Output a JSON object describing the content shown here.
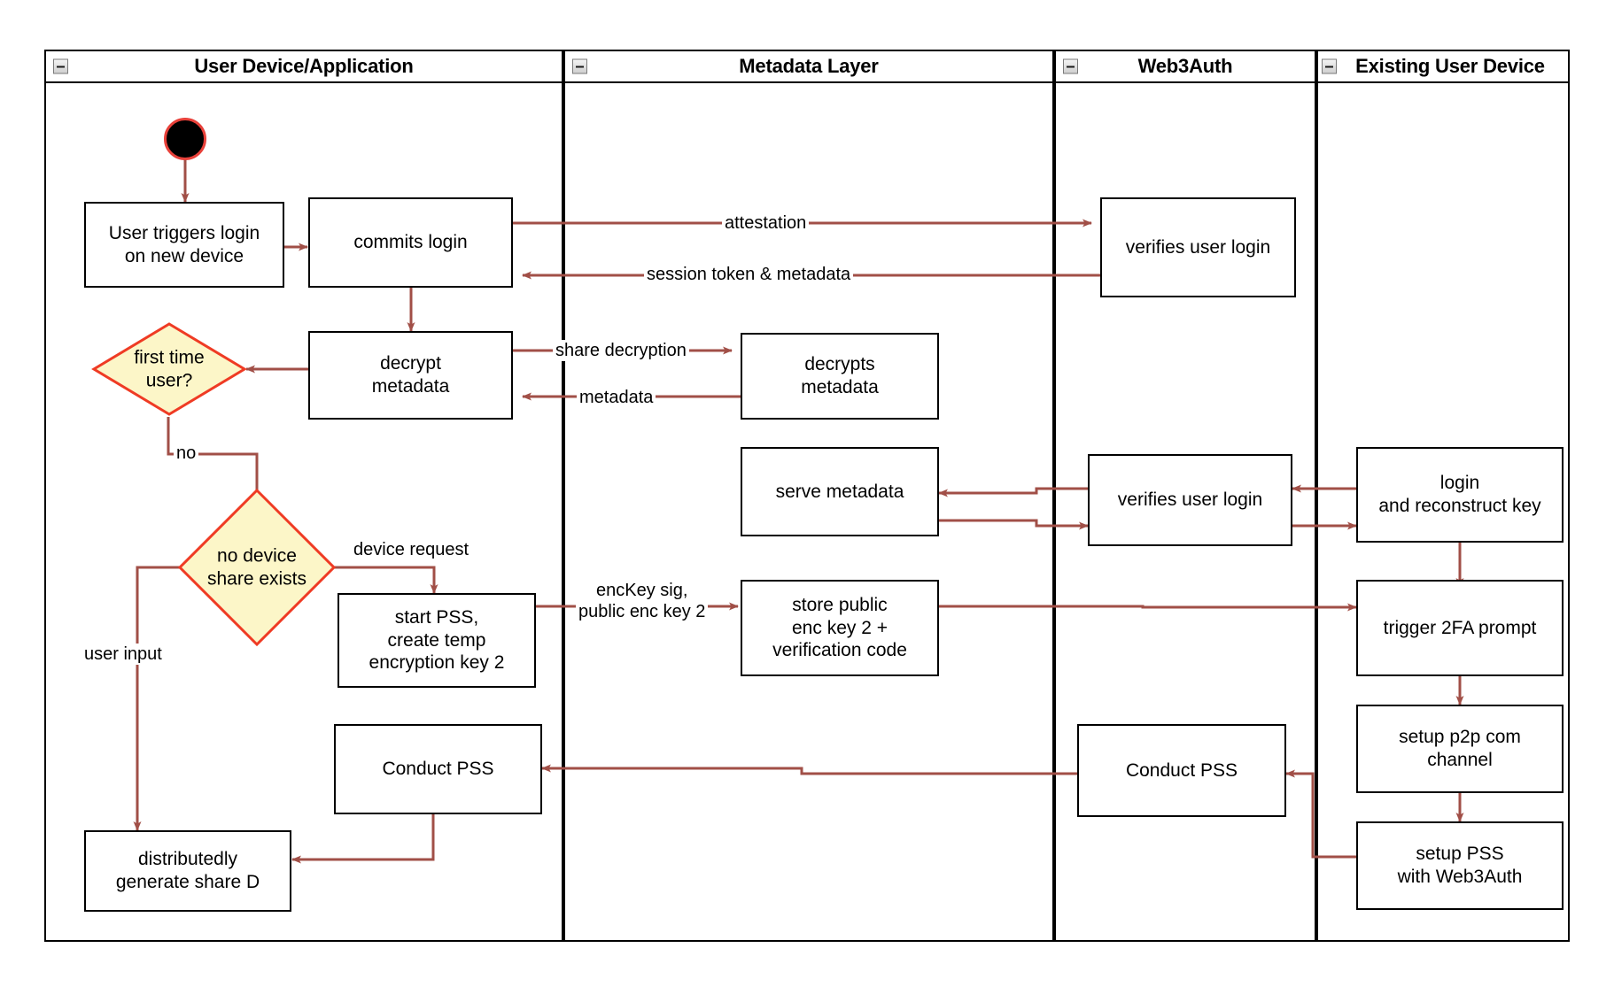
{
  "diagram": {
    "title": "Web3Auth new-device login / PSS activity diagram",
    "accent_edge_color": "#a14f47",
    "decision_fill": "#fcf6c8",
    "decision_stroke": "#ef3b24",
    "node_stroke": "#000000",
    "start_node_stroke": "#e8413a"
  },
  "lanes": [
    {
      "id": "user-device",
      "label": "User Device/Application",
      "collapse_icon": "minus-box-icon"
    },
    {
      "id": "metadata-layer",
      "label": "Metadata Layer",
      "collapse_icon": "minus-box-icon"
    },
    {
      "id": "web3auth",
      "label": "Web3Auth",
      "collapse_icon": "minus-box-icon"
    },
    {
      "id": "existing-user-device",
      "label": "Existing User Device",
      "collapse_icon": "minus-box-icon"
    }
  ],
  "nodes": {
    "start": {
      "type": "start",
      "label": ""
    },
    "user_triggers_login": {
      "label": "User triggers login\non new device"
    },
    "commits_login": {
      "label": "commits login"
    },
    "decrypt_metadata": {
      "label": "decrypt\nmetadata"
    },
    "first_time_user": {
      "label": "first time\nuser?"
    },
    "no_device_share": {
      "label": "no device\nshare exists"
    },
    "start_pss": {
      "label": "start PSS,\ncreate temp\nencryption key 2"
    },
    "conduct_pss_user": {
      "label": "Conduct PSS"
    },
    "distributedly_generate": {
      "label": "distributedly\ngenerate share D"
    },
    "decrypts_metadata": {
      "label": "decrypts\nmetadata"
    },
    "serve_metadata": {
      "label": "serve metadata"
    },
    "store_public_enc_key": {
      "label": "store public\nenc key 2 +\nverification code"
    },
    "verifies_user_login_top": {
      "label": "verifies user login"
    },
    "verifies_user_login_mid": {
      "label": "verifies user login"
    },
    "conduct_pss_web3auth": {
      "label": "Conduct PSS"
    },
    "login_reconstruct_key": {
      "label": "login\nand reconstruct key"
    },
    "trigger_2fa": {
      "label": "trigger 2FA prompt"
    },
    "setup_p2p": {
      "label": "setup p2p com\nchannel"
    },
    "setup_pss_web3auth": {
      "label": "setup PSS\nwith Web3Auth"
    }
  },
  "edge_labels": {
    "attestation": "attestation",
    "session_token": "session token & metadata",
    "share_decryption": "share decryption",
    "metadata": "metadata",
    "no": "no",
    "device_request": "device request",
    "enckey_sig": "encKey sig,\npublic enc key 2",
    "user_input": "user input"
  }
}
